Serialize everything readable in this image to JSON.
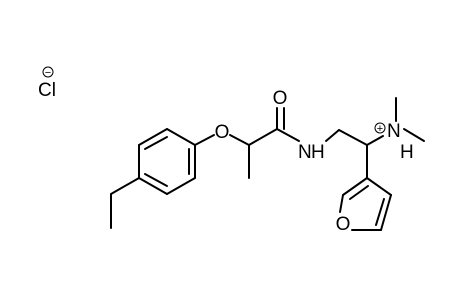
{
  "molecule": {
    "counter_ion": {
      "symbol": "Cl",
      "charge": "−"
    },
    "atoms": {
      "ether_oxygen": "O",
      "carbonyl_oxygen": "O",
      "amide_nitrogen": "N",
      "amide_hydrogen": "H",
      "ammonium_nitrogen": "N",
      "ammonium_hydrogen": "H",
      "ammonium_charge": "+",
      "furan_oxygen": "O"
    }
  }
}
